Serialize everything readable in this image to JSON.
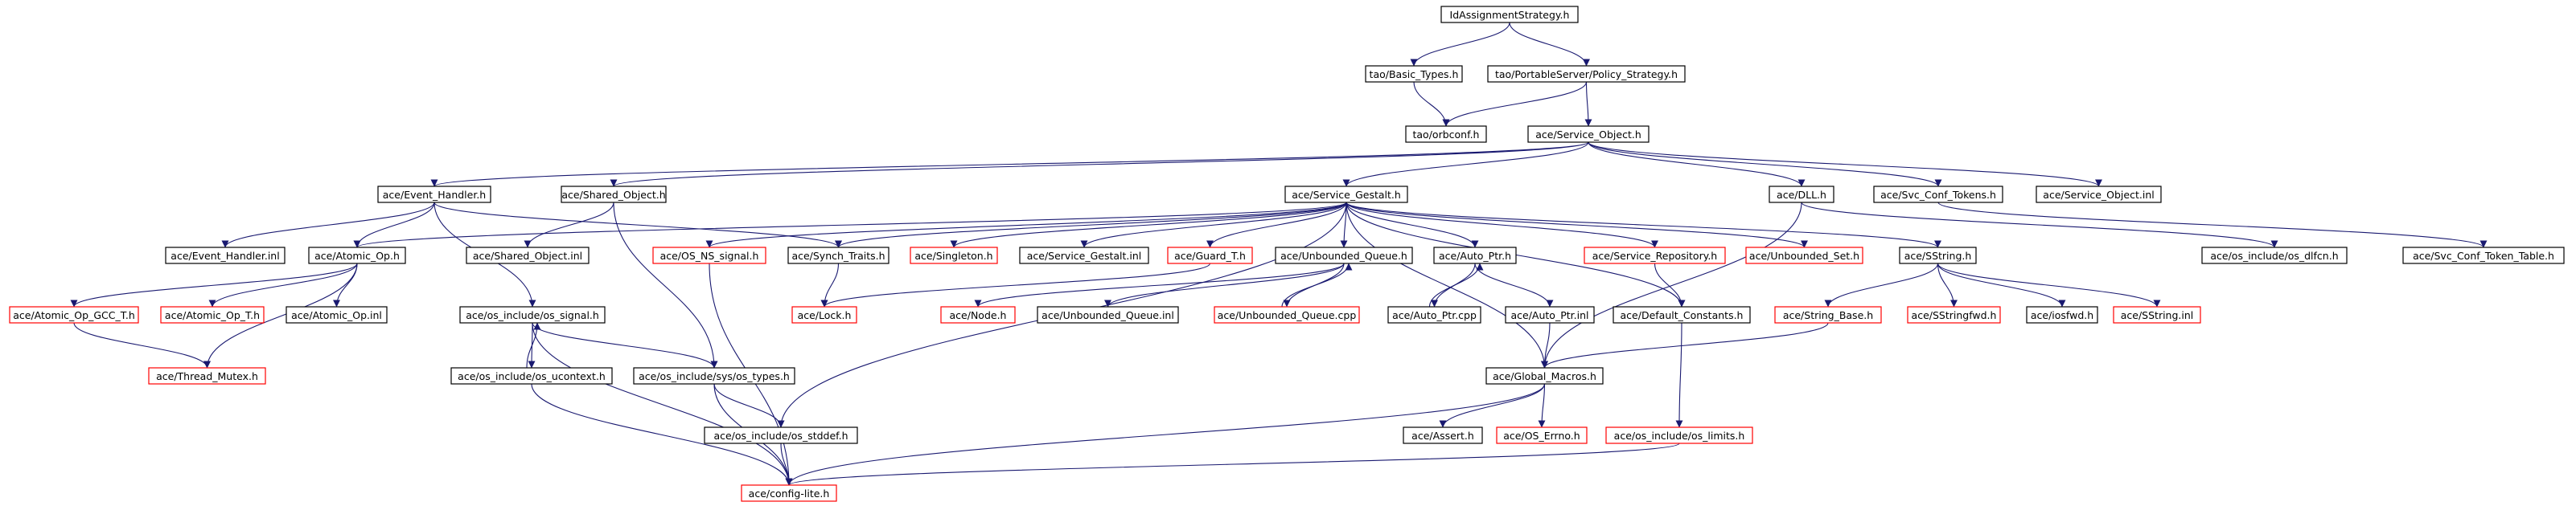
{
  "title": "IdAssignmentStrategy.h",
  "colors": {
    "edge": "#191970",
    "node_border": "#000000",
    "unexpanded_border": "#ff0000",
    "root_fill": "#bfbfbf",
    "node_fill": "#ffffff"
  },
  "nodes": {
    "root": {
      "label": "IdAssignmentStrategy.h",
      "style": "root"
    },
    "basic_types": {
      "label": "tao/Basic_Types.h",
      "style": "normal"
    },
    "policy_strategy": {
      "label": "tao/PortableServer/Policy_Strategy.h",
      "style": "normal"
    },
    "orbconf": {
      "label": "tao/orbconf.h",
      "style": "normal"
    },
    "service_object": {
      "label": "ace/Service_Object.h",
      "style": "normal"
    },
    "event_handler": {
      "label": "ace/Event_Handler.h",
      "style": "normal"
    },
    "shared_object": {
      "label": "ace/Shared_Object.h",
      "style": "normal"
    },
    "service_gestalt": {
      "label": "ace/Service_Gestalt.h",
      "style": "normal"
    },
    "dll": {
      "label": "ace/DLL.h",
      "style": "normal"
    },
    "svc_conf_tokens": {
      "label": "ace/Svc_Conf_Tokens.h",
      "style": "normal"
    },
    "service_object_inl": {
      "label": "ace/Service_Object.inl",
      "style": "normal"
    },
    "event_handler_inl": {
      "label": "ace/Event_Handler.inl",
      "style": "normal"
    },
    "atomic_op": {
      "label": "ace/Atomic_Op.h",
      "style": "normal"
    },
    "shared_object_inl": {
      "label": "ace/Shared_Object.inl",
      "style": "normal"
    },
    "os_ns_signal": {
      "label": "ace/OS_NS_signal.h",
      "style": "red"
    },
    "synch_traits": {
      "label": "ace/Synch_Traits.h",
      "style": "normal"
    },
    "singleton": {
      "label": "ace/Singleton.h",
      "style": "red"
    },
    "service_gestalt_inl": {
      "label": "ace/Service_Gestalt.inl",
      "style": "normal"
    },
    "guard_t": {
      "label": "ace/Guard_T.h",
      "style": "red"
    },
    "unbounded_queue": {
      "label": "ace/Unbounded_Queue.h",
      "style": "normal"
    },
    "auto_ptr": {
      "label": "ace/Auto_Ptr.h",
      "style": "normal"
    },
    "service_repository": {
      "label": "ace/Service_Repository.h",
      "style": "red"
    },
    "unbounded_set": {
      "label": "ace/Unbounded_Set.h",
      "style": "red"
    },
    "sstring": {
      "label": "ace/SString.h",
      "style": "normal"
    },
    "os_dlfcn": {
      "label": "ace/os_include/os_dlfcn.h",
      "style": "normal"
    },
    "svc_conf_token_table": {
      "label": "ace/Svc_Conf_Token_Table.h",
      "style": "normal"
    },
    "atomic_op_gcc": {
      "label": "ace/Atomic_Op_GCC_T.h",
      "style": "red"
    },
    "atomic_op_t": {
      "label": "ace/Atomic_Op_T.h",
      "style": "red"
    },
    "atomic_op_inl": {
      "label": "ace/Atomic_Op.inl",
      "style": "normal"
    },
    "os_signal": {
      "label": "ace/os_include/os_signal.h",
      "style": "normal"
    },
    "lock": {
      "label": "ace/Lock.h",
      "style": "red"
    },
    "node": {
      "label": "ace/Node.h",
      "style": "red"
    },
    "unbounded_queue_inl": {
      "label": "ace/Unbounded_Queue.inl",
      "style": "normal"
    },
    "unbounded_queue_cpp": {
      "label": "ace/Unbounded_Queue.cpp",
      "style": "red"
    },
    "auto_ptr_cpp": {
      "label": "ace/Auto_Ptr.cpp",
      "style": "normal"
    },
    "auto_ptr_inl": {
      "label": "ace/Auto_Ptr.inl",
      "style": "normal"
    },
    "default_constants": {
      "label": "ace/Default_Constants.h",
      "style": "normal"
    },
    "string_base": {
      "label": "ace/String_Base.h",
      "style": "red"
    },
    "sstringfwd": {
      "label": "ace/SStringfwd.h",
      "style": "red"
    },
    "iosfwd": {
      "label": "ace/iosfwd.h",
      "style": "normal"
    },
    "sstring_inl": {
      "label": "ace/SString.inl",
      "style": "red"
    },
    "thread_mutex": {
      "label": "ace/Thread_Mutex.h",
      "style": "red"
    },
    "os_ucontext": {
      "label": "ace/os_include/os_ucontext.h",
      "style": "normal"
    },
    "os_types": {
      "label": "ace/os_include/sys/os_types.h",
      "style": "normal"
    },
    "global_macros": {
      "label": "ace/Global_Macros.h",
      "style": "normal"
    },
    "os_stddef": {
      "label": "ace/os_include/os_stddef.h",
      "style": "normal"
    },
    "assert": {
      "label": "ace/Assert.h",
      "style": "normal"
    },
    "os_errno": {
      "label": "ace/OS_Errno.h",
      "style": "red"
    },
    "os_limits": {
      "label": "ace/os_include/os_limits.h",
      "style": "red"
    },
    "config_lite": {
      "label": "ace/config-lite.h",
      "style": "red"
    }
  }
}
